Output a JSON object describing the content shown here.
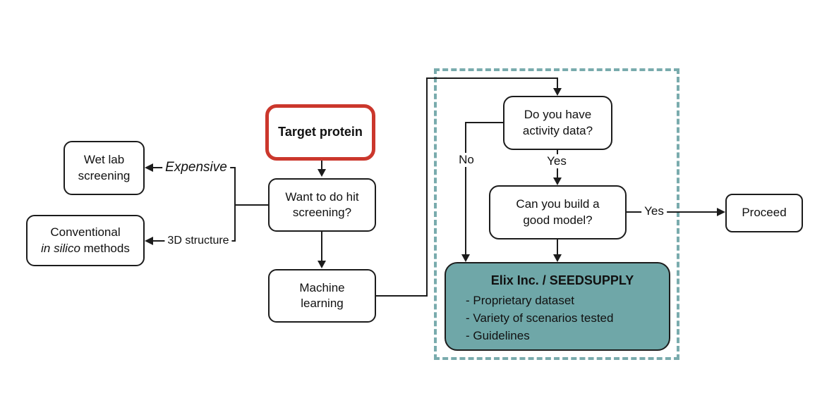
{
  "nodes": {
    "target_protein": {
      "label": "Target protein"
    },
    "wet_lab": {
      "line1": "Wet lab",
      "line2": "screening"
    },
    "conventional": {
      "line1": "Conventional",
      "line2_italic": "in silico",
      "line2_rest": " methods"
    },
    "hit_screening": {
      "line1": "Want to do hit",
      "line2": "screening?"
    },
    "machine_learning": {
      "line1": "Machine",
      "line2": "learning"
    },
    "activity_data": {
      "line1": "Do you have",
      "line2": "activity data?"
    },
    "good_model": {
      "line1": "Can you build a",
      "line2": "good model?"
    },
    "elix": {
      "title": "Elix Inc. / SEEDSUPPLY",
      "items": [
        "- Proprietary dataset",
        "- Variety of scenarios tested",
        "- Guidelines"
      ]
    },
    "proceed": {
      "label": "Proceed"
    }
  },
  "edge_labels": {
    "expensive": "Expensive",
    "three_d_structure": "3D structure",
    "no": "No",
    "yes_activity": "Yes",
    "yes_model": "Yes"
  },
  "colors": {
    "highlight_border": "#cb372c",
    "teal_fill": "#6fa7a8",
    "dashed_border": "#79abad",
    "line": "#1c1c1c"
  }
}
